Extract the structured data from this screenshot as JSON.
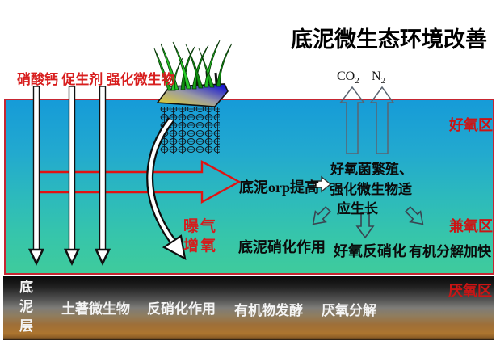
{
  "title": "底泥微生态环境改善",
  "top_labels": {
    "dosing": "硝酸钙 促生剂 强化微生物"
  },
  "gases": {
    "co2_base": "CO",
    "co2_sub": "2",
    "n2_base": "N",
    "n2_sub": "2"
  },
  "zones": {
    "aerobic": "好氧区",
    "facultative": "兼氧区",
    "anaerobic": "厌氧区"
  },
  "water": {
    "orp_label": "底泥orp提高",
    "growth_line1": "好氧菌繁殖、",
    "growth_line2": "强化微生物适",
    "growth_line3": "应生长",
    "aeration_line1": "曝气",
    "aeration_line2": "增氧",
    "nitrification": "底泥硝化作用",
    "aerobic_denitrification": "好氧反硝化",
    "organic_decomposition": "有机分解加快"
  },
  "sediment": {
    "layer_label": "底泥层",
    "indigenous_microbes": "土著微生物",
    "denitrification": "反硝化作用",
    "organic_fermentation": "有机物发酵",
    "anaerobic_decomposition": "厌氧分解"
  },
  "colors": {
    "red_accent": "#d41d1d",
    "water_top": "#169bd8",
    "water_bottom": "#3fcb9c",
    "sediment_brown": "#ad752f",
    "bed_yellow": "#e8d91f",
    "bed_blue": "#1b1bd0"
  }
}
